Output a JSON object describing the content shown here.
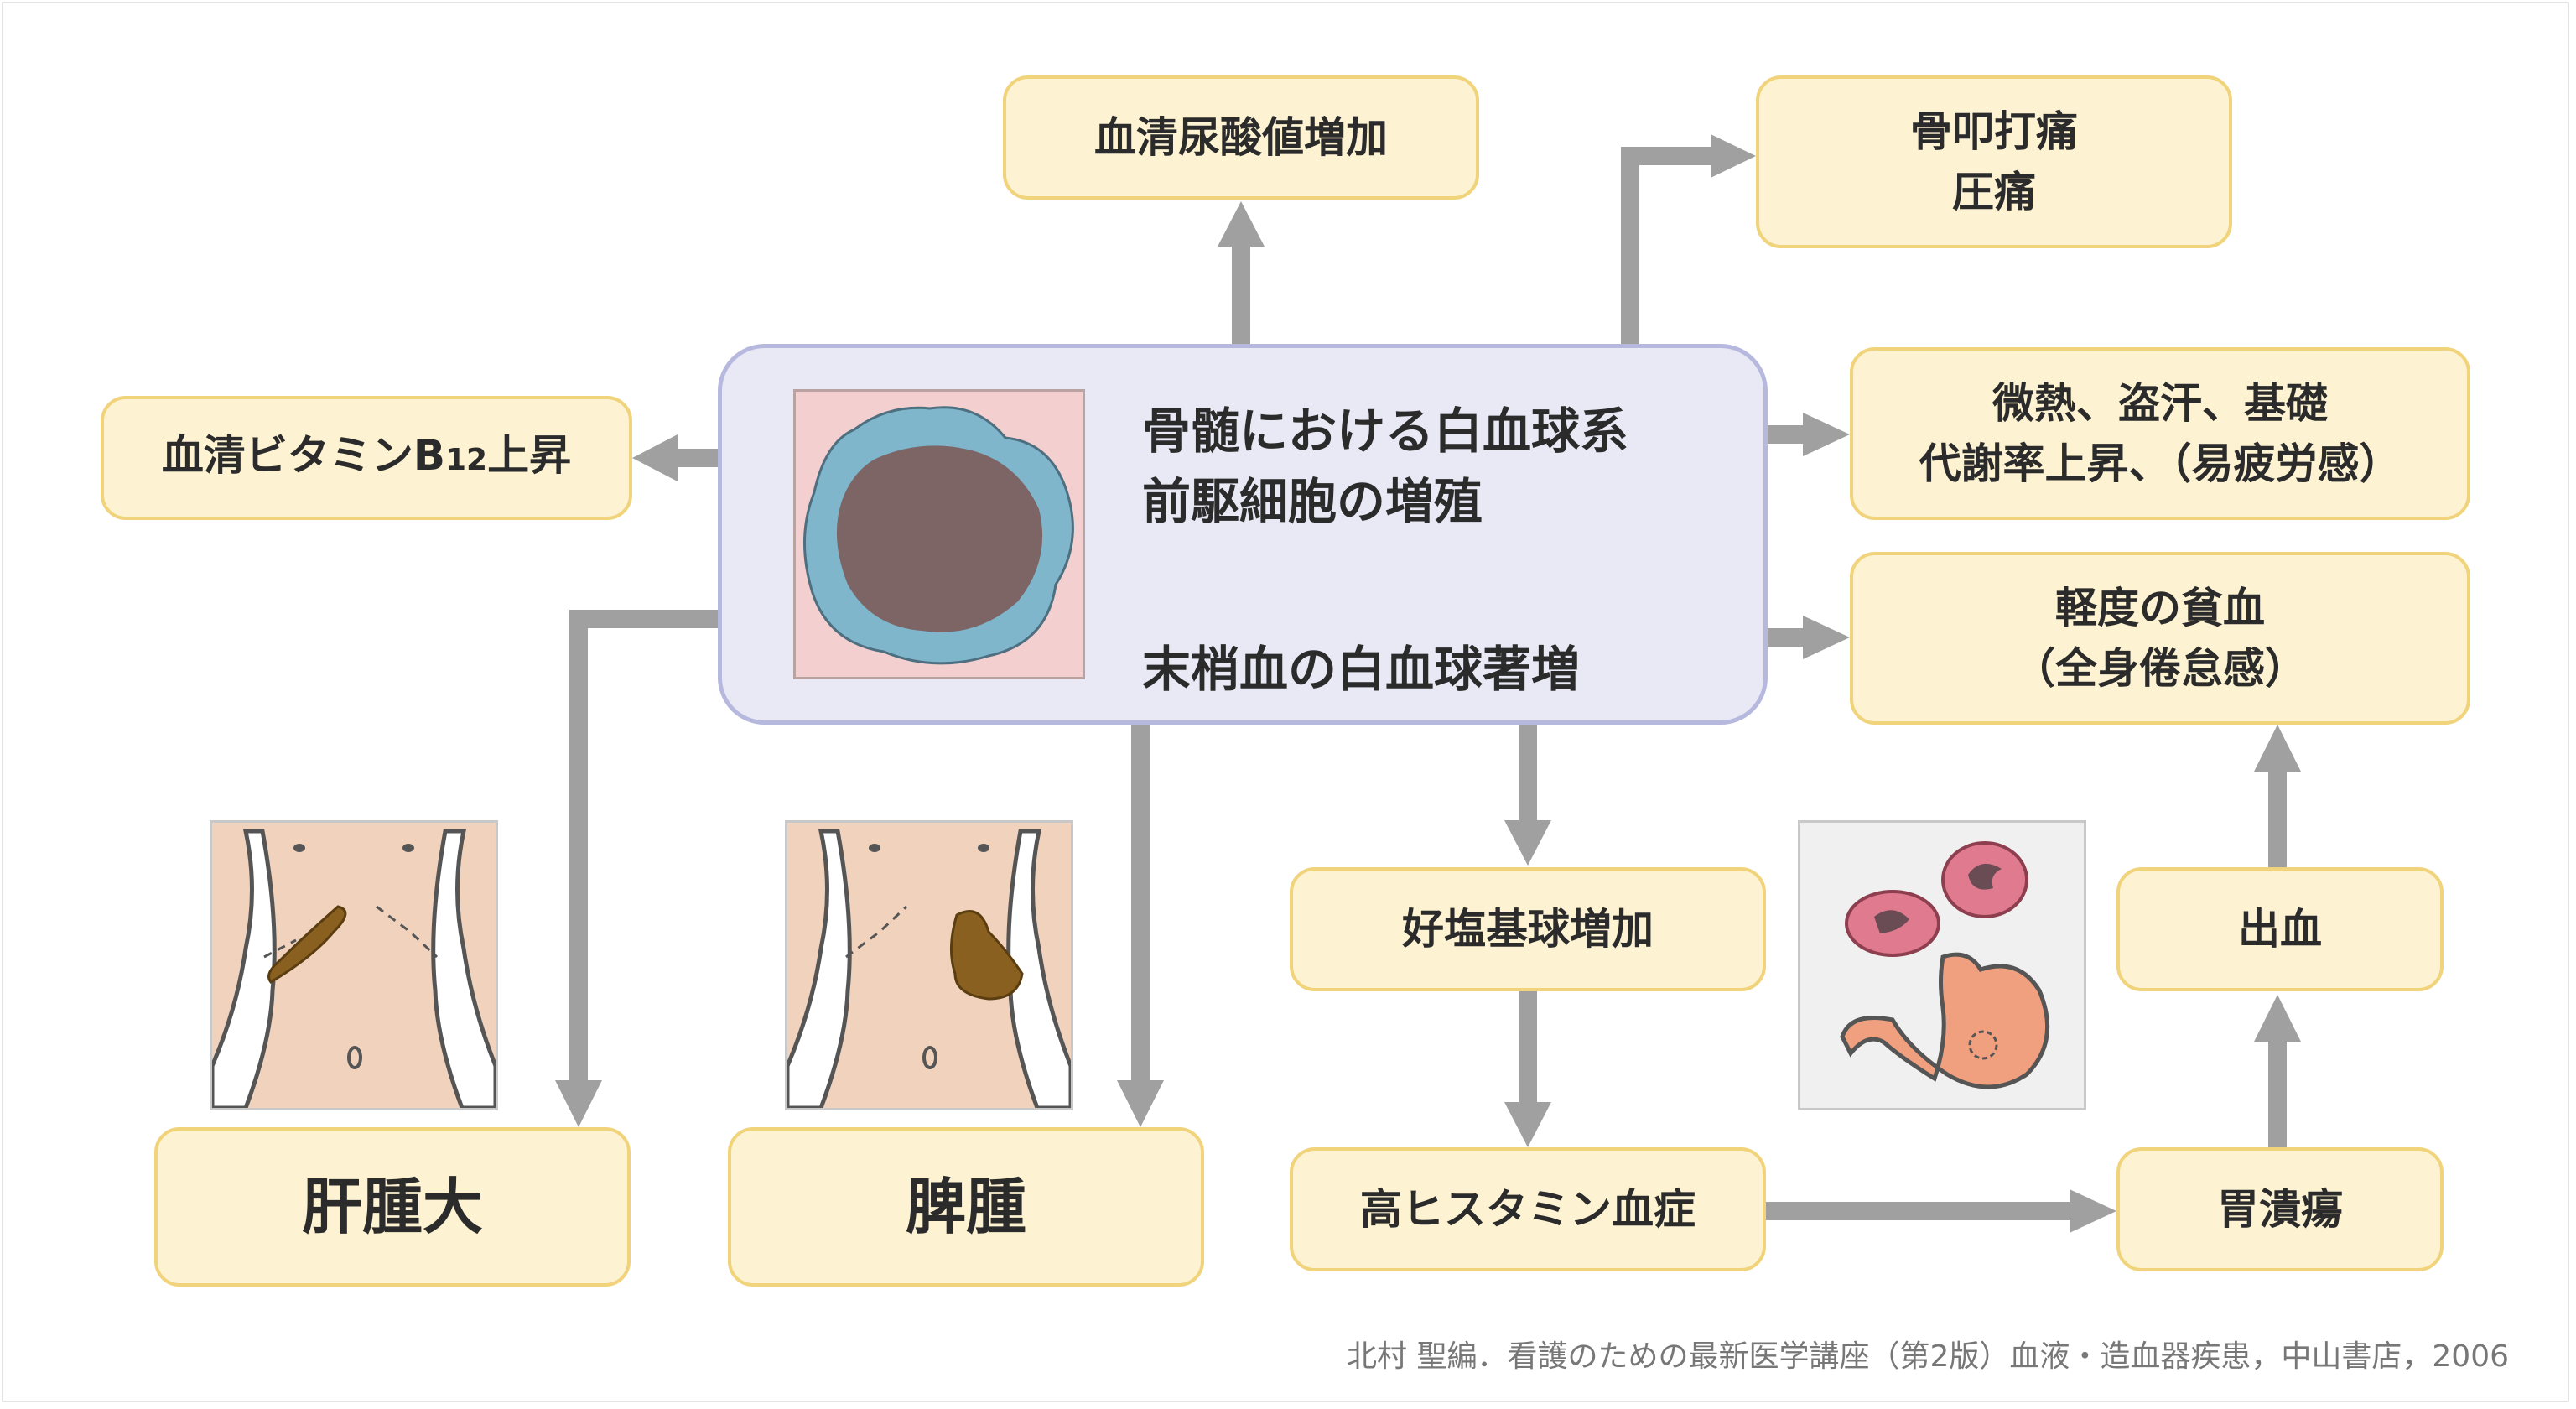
{
  "center": {
    "line1": "骨髄における白血球系",
    "line2": "前駆細胞の増殖",
    "line3": "末梢血の白血球著増"
  },
  "nodes": {
    "uric_acid": "血清尿酸値増加",
    "b12_main": "血清ビタミンB",
    "b12_sub": "12",
    "b12_tail": "上昇",
    "bone_line1": "骨叩打痛",
    "bone_line2": "圧痛",
    "fever_line1": "微熱、盗汗、基礎",
    "fever_line2": "代謝率上昇、（易疲労感）",
    "anemia_line1": "軽度の貧血",
    "anemia_line2": "（全身倦怠感）",
    "basophil": "好塩基球増加",
    "histamine": "高ヒスタミン血症",
    "ulcer": "胃潰瘍",
    "bleeding": "出血",
    "hepatomegaly": "肝腫大",
    "splenomegaly": "脾腫"
  },
  "citation": "北村 聖編．看護のための最新医学講座（第2版）血液・造血器疾患，中山書店，2006",
  "colors": {
    "box_fill": "#fdf3d2",
    "box_border": "#f0d37a",
    "central_fill": "#e9e9f6",
    "central_border": "#b6b8dd",
    "arrow": "#a0a0a0"
  }
}
